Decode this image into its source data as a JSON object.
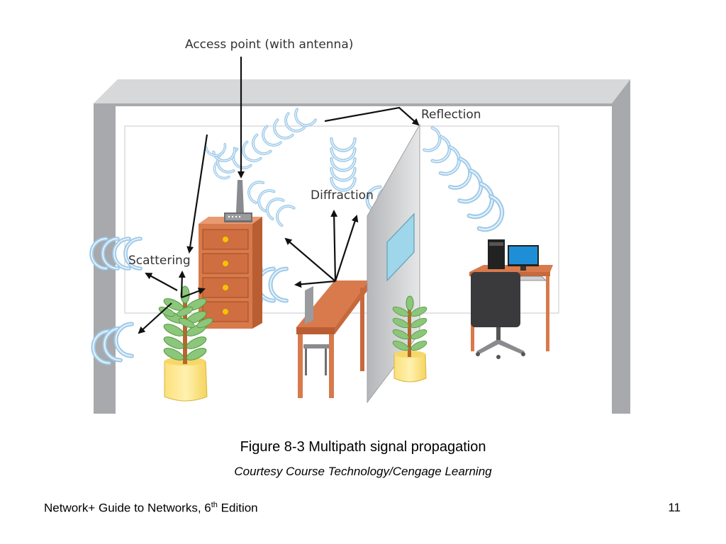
{
  "diagram": {
    "labels": {
      "access_point": "Access point (with antenna)",
      "reflection": "Reflection",
      "diffraction": "Diffraction",
      "scattering": "Scattering"
    },
    "colors": {
      "wall_frame": "#a7a9ac",
      "wall_top": "#d7d8da",
      "signal_wave": "#9ec9e8",
      "cabinet": "#d87a4c",
      "knob": "#f5c400",
      "plant_leaf": "#8cc67a",
      "pot": "#fde788",
      "desk": "#d87a4c",
      "partition": "#c7c8ca",
      "monitor_screen": "#1e8fd6"
    }
  },
  "caption": {
    "title": "Figure 8-3 Multipath signal propagation",
    "credit": "Courtesy Course Technology/Cengage Learning"
  },
  "footer": {
    "book_title_main": "Network+ Guide to Networks, 6",
    "book_title_sup": "th",
    "book_title_end": " Edition",
    "page_number": "11"
  }
}
